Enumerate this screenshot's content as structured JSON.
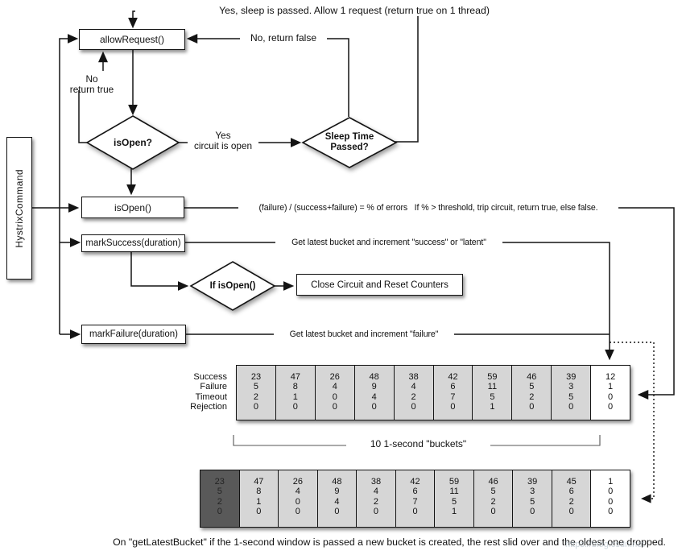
{
  "diagram": {
    "nodes": {
      "hystrix_command": "HystrixCommand",
      "allow_request": "allowRequest()",
      "is_open_decision": "isOpen?",
      "sleep_time_line1": "Sleep Time",
      "sleep_time_line2": "Passed?",
      "is_open_method": "isOpen()",
      "mark_success": "markSuccess(duration)",
      "if_is_open": "If isOpen()",
      "close_circuit": "Close Circuit and Reset Counters",
      "mark_failure": "markFailure(duration)"
    },
    "edge_labels": {
      "sleep_passed": "Yes, sleep is passed. Allow 1 request (return true on 1 thread)",
      "no_return_false": "No, return false",
      "no_line1": "No",
      "no_line2": "return true",
      "yes_line1": "Yes",
      "yes_line2": "circuit is open",
      "error_formula": "(failure) / (success+failure) = % of errors   If % > threshold, trip circuit, return true, else false.",
      "success_note": "Get latest bucket and increment \"success\" or \"latent\"",
      "failure_note": "Get latest bucket and increment \"failure\""
    }
  },
  "buckets": {
    "row_labels": [
      "Success",
      "Failure",
      "Timeout",
      "Rejection"
    ],
    "bracket_label": "10 1-second \"buckets\"",
    "row1": [
      {
        "style": "gray",
        "values": [
          23,
          5,
          2,
          0
        ]
      },
      {
        "style": "gray",
        "values": [
          47,
          8,
          1,
          0
        ]
      },
      {
        "style": "gray",
        "values": [
          26,
          4,
          0,
          0
        ]
      },
      {
        "style": "gray",
        "values": [
          48,
          9,
          4,
          0
        ]
      },
      {
        "style": "gray",
        "values": [
          38,
          4,
          2,
          0
        ]
      },
      {
        "style": "gray",
        "values": [
          42,
          6,
          7,
          0
        ]
      },
      {
        "style": "gray",
        "values": [
          59,
          11,
          5,
          1
        ]
      },
      {
        "style": "gray",
        "values": [
          46,
          5,
          2,
          0
        ]
      },
      {
        "style": "gray",
        "values": [
          39,
          3,
          5,
          0
        ]
      },
      {
        "style": "white",
        "values": [
          12,
          1,
          0,
          0
        ]
      }
    ],
    "row2": [
      {
        "style": "dark",
        "values": [
          23,
          5,
          2,
          0
        ]
      },
      {
        "style": "gray",
        "values": [
          47,
          8,
          1,
          0
        ]
      },
      {
        "style": "gray",
        "values": [
          26,
          4,
          0,
          0
        ]
      },
      {
        "style": "gray",
        "values": [
          48,
          9,
          4,
          0
        ]
      },
      {
        "style": "gray",
        "values": [
          38,
          4,
          2,
          0
        ]
      },
      {
        "style": "gray",
        "values": [
          42,
          6,
          7,
          0
        ]
      },
      {
        "style": "gray",
        "values": [
          59,
          11,
          5,
          1
        ]
      },
      {
        "style": "gray",
        "values": [
          46,
          5,
          2,
          0
        ]
      },
      {
        "style": "gray",
        "values": [
          39,
          3,
          5,
          0
        ]
      },
      {
        "style": "gray",
        "values": [
          45,
          6,
          2,
          0
        ]
      },
      {
        "style": "white",
        "values": [
          1,
          0,
          0,
          0
        ]
      }
    ],
    "caption": "On \"getLatestBucket\" if the 1-second window is passed a new bucket is created, the rest slid over and the oldest one dropped."
  },
  "watermark": "https://blog.csdn.net",
  "colors": {
    "line": "#141414",
    "cell_gray": "#d6d6d6",
    "cell_dark": "#595959",
    "cell_white": "#ffffff"
  }
}
